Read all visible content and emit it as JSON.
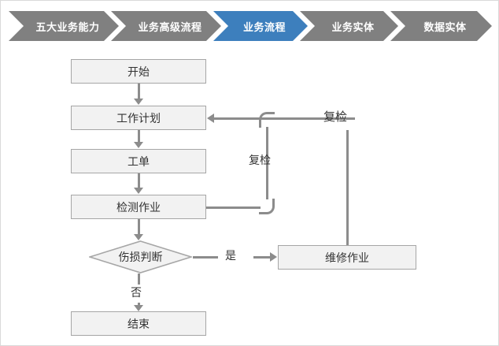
{
  "breadcrumb": {
    "items": [
      {
        "label": "五大业务能力",
        "active": false
      },
      {
        "label": "业务高级流程",
        "active": false
      },
      {
        "label": "业务流程",
        "active": true
      },
      {
        "label": "业务实体",
        "active": false
      },
      {
        "label": "数据实体",
        "active": false
      }
    ],
    "colors": {
      "inactive": "#808080",
      "active": "#3d7fbd",
      "text": "#ffffff"
    }
  },
  "flowchart": {
    "colors": {
      "node_fill": "#f2f2f2",
      "node_border": "#a6a6a6",
      "connector": "#8c8c8c",
      "text": "#333333"
    },
    "nodes": {
      "start": "开始",
      "work_plan": "工作计划",
      "work_order": "工单",
      "inspection": "检测作业",
      "decision": "伤损判断",
      "repair": "维修作业",
      "end": "结束"
    },
    "edge_labels": {
      "yes": "是",
      "no": "否",
      "reinspect_inner": "复检",
      "reinspect_outer": "复检"
    }
  }
}
